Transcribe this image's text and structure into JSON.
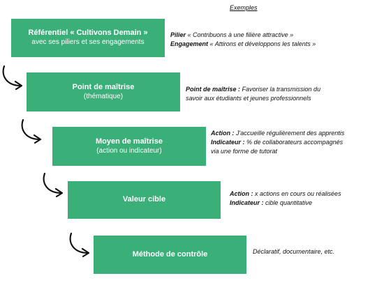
{
  "header": {
    "label": "Exemples"
  },
  "colors": {
    "box_fill": "#3aaf78",
    "box_text": "#ffffff",
    "text": "#111111"
  },
  "steps": [
    {
      "title": "Référentiel « Cultivons Demain »",
      "subtitle": "avec ses piliers et ses engagements",
      "example_lines": [
        {
          "label": "Pilier",
          "text": " « Contribuons à une filière attractive »"
        },
        {
          "label": "Engagement",
          "text": " « Attirons et développons les talents »"
        }
      ]
    },
    {
      "title": "Point de maîtrise",
      "subtitle": "(thématique)",
      "example_lines": [
        {
          "label": "Point de maîtrise :",
          "text": " Favoriser la transmission du"
        },
        {
          "label": "",
          "text": "savoir aux étudiants et jeunes professionnels"
        }
      ]
    },
    {
      "title": "Moyen de maîtrise",
      "subtitle": "(action ou indicateur)",
      "example_lines": [
        {
          "label": "Action :",
          "text": " J'accueille régulièrement des apprentis"
        },
        {
          "label": "Indicateur :",
          "text": " % de collaborateurs accompagnés"
        },
        {
          "label": "",
          "text": "via une forme de tutorat"
        }
      ]
    },
    {
      "title": "Valeur cible",
      "subtitle": "",
      "example_lines": [
        {
          "label": "Action :",
          "text": " x actions en cours ou réalisées"
        },
        {
          "label": "Indicateur :",
          "text": " cible quantitative"
        }
      ]
    },
    {
      "title": "Méthode de contrôle",
      "subtitle": "",
      "example_lines": [
        {
          "label": "",
          "text": "Déclaratif, documentaire, etc."
        }
      ]
    }
  ]
}
